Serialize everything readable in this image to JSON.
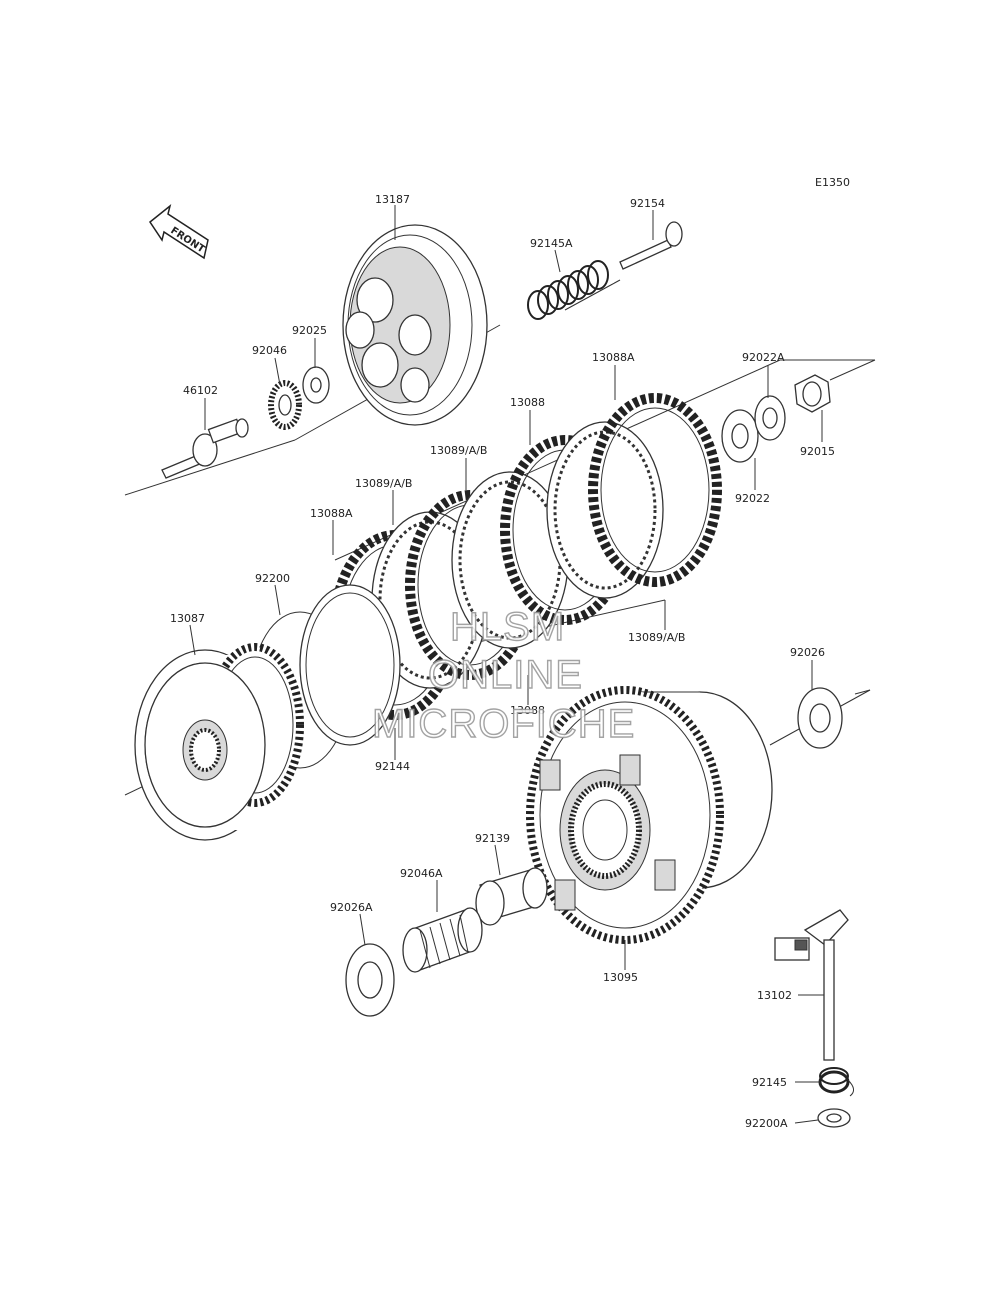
{
  "diagram_code": "E1350",
  "front_label": "FRONT",
  "watermark": [
    "HLSM",
    "ONLINE",
    "MICROFICHE"
  ],
  "callouts": {
    "p13187": "13187",
    "p92154": "92154",
    "p92145A": "92145A",
    "p92025": "92025",
    "p92046": "92046",
    "p46102": "46102",
    "p13088A_top": "13088A",
    "p92022A": "92022A",
    "p13088_top": "13088",
    "p13089AB_1": "13089/A/B",
    "p13089AB_2": "13089/A/B",
    "p92015": "92015",
    "p92022": "92022",
    "p13088A_left": "13088A",
    "p92200": "92200",
    "p13087": "13087",
    "p13089AB_3": "13089/A/B",
    "p92026": "92026",
    "p13088_bottom": "13088",
    "p92144": "92144",
    "p92139": "92139",
    "p92046A": "92046A",
    "p92026A": "92026A",
    "p13095": "13095",
    "p13102": "13102",
    "p92145": "92145",
    "p92200A": "92200A"
  }
}
